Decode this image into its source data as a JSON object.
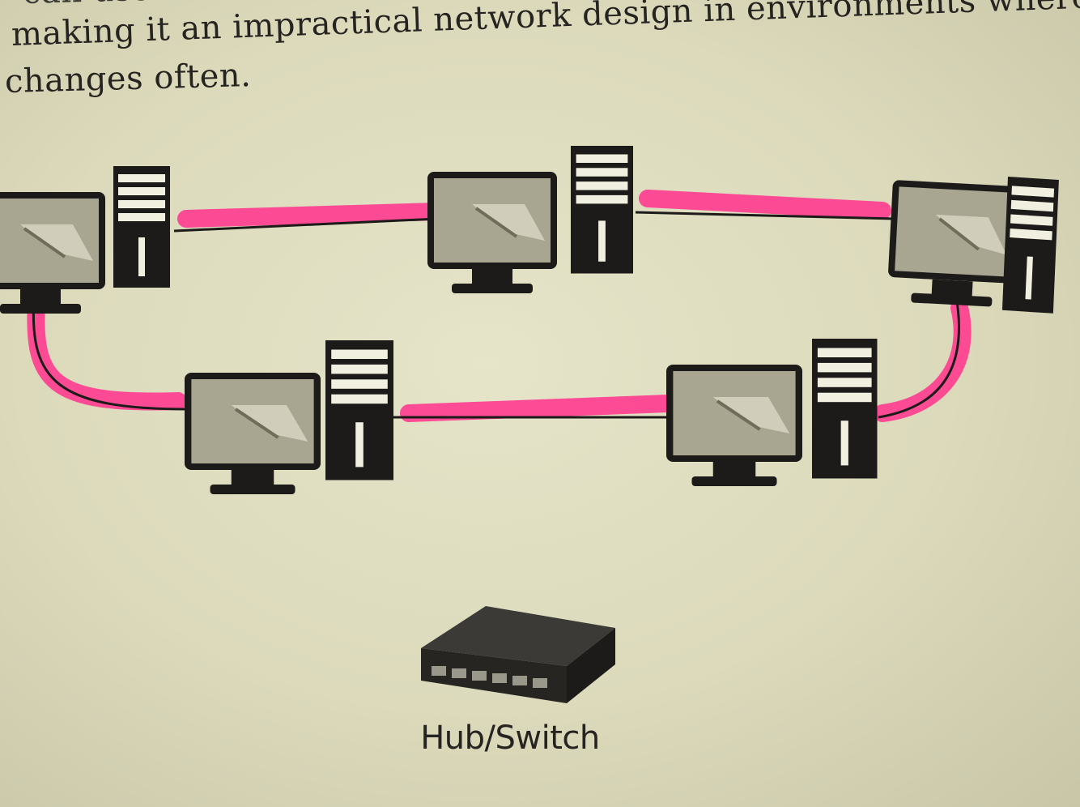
{
  "text": {
    "line_top": "can use ... from the n",
    "line_1": "making it an impractical network design in environments where th",
    "line_2": "changes often."
  },
  "diagram": {
    "switch_label": "Hub/Switch",
    "computers": [
      {
        "name": "workstation-top-left"
      },
      {
        "name": "workstation-top-center"
      },
      {
        "name": "workstation-top-right"
      },
      {
        "name": "workstation-bottom-left"
      },
      {
        "name": "workstation-bottom-right"
      }
    ]
  },
  "colors": {
    "highlight": "#ff3b8f",
    "ink": "#1c1b19",
    "paper": "#dedbbf",
    "screen": "#a8a690"
  }
}
